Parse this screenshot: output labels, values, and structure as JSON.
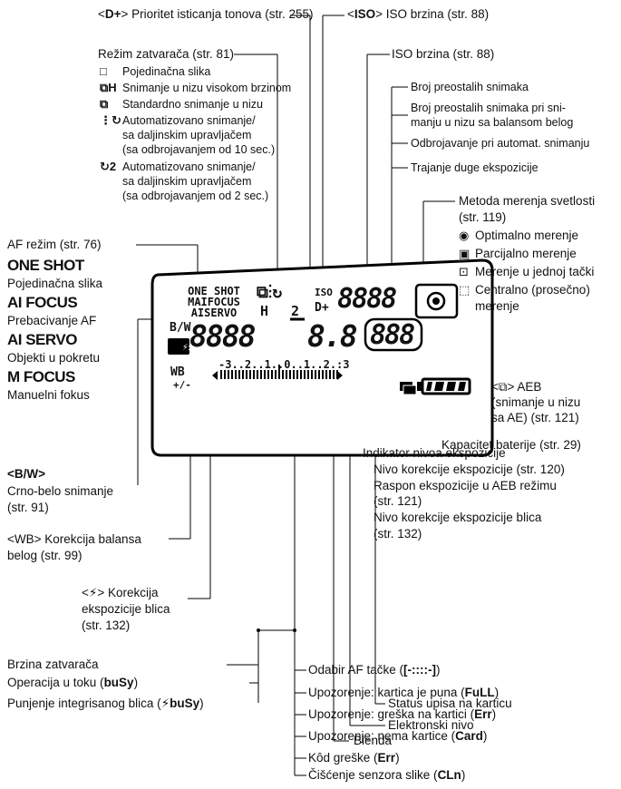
{
  "top": {
    "dplus_sym": "D+",
    "dplus_text": "Prioritet isticanja tonova (str. 255)",
    "iso_sym": "ISO",
    "iso_text": "ISO brzina (str. 88)"
  },
  "drive": {
    "title": "Režim zatvarača (str. 81)",
    "items": [
      {
        "icon": "□",
        "text": "Pojedinačna slika"
      },
      {
        "icon": "⧉H",
        "text": "Snimanje u nizu visokom brzinom"
      },
      {
        "icon": "⧉",
        "text": "Standardno snimanje u nizu"
      },
      {
        "icon": "⋮↻",
        "text": "Automatizovano snimanje/"
      },
      {
        "icon": "",
        "text": "sa daljinskim upravljačem"
      },
      {
        "icon": "",
        "text": "(sa odbrojavanjem od 10 sec.)"
      },
      {
        "icon": "↻2",
        "text": "Automatizovano snimanje/"
      },
      {
        "icon": "",
        "text": "sa daljinskim upravljačem"
      },
      {
        "icon": "",
        "text": "(sa odbrojavanjem od 2 sec.)"
      }
    ]
  },
  "iso_speed": "ISO brzina (str. 88)",
  "shots": [
    "Broj preostalih snimaka",
    "Broj preostalih snimaka pri sni-",
    "manju u nizu sa balansom belog",
    "Odbrojavanje pri automat. snimanju",
    "Trajanje duge ekspozicije"
  ],
  "metering": {
    "title": "Metoda merenja svetlosti",
    "ref": "(str. 119)",
    "items": [
      "Optimalno merenje",
      "Parcijalno merenje",
      "Merenje u jednoj tački",
      "Centralno (prosečno)",
      "merenje"
    ]
  },
  "af": {
    "title": "AF režim (str. 76)",
    "modes": [
      {
        "name": "ONE SHOT",
        "desc": "Pojedinačna slika"
      },
      {
        "name": "AI FOCUS",
        "desc": "Prebacivanje AF"
      },
      {
        "name": "AI SERVO",
        "desc": "Objekti u pokretu"
      },
      {
        "name": "M FOCUS",
        "desc": "Manuelni fokus"
      }
    ]
  },
  "lcd": {
    "af1": "ONE SHOT",
    "af2": "MAIFOCUS",
    "af3": "AISERVO",
    "drive_h": "H",
    "drive_2": "2",
    "iso": "ISO",
    "dplus": "D+",
    "digits_top": "8888",
    "bw": "B/W",
    "digits_main": "8888",
    "digits_ap": "8.8",
    "digits_shots": "888",
    "wb": "WB",
    "wb_pm": "+/-",
    "scale": "-3..2..1..0..1..2.:3"
  },
  "aeb": {
    "sym": "<⧉> AEB",
    "l2": "(snimanje u nizu",
    "l3": "sa AE) (str. 121)"
  },
  "battery": "Kapacitet baterije (str. 29)",
  "bw": {
    "sym": "<B/W>",
    "l1": "Crno-belo snimanje",
    "l2": "(str. 91)"
  },
  "exposure": {
    "title": "Indikator nivoa ekspozicije",
    "lines": [
      "Nivo korekcije ekspozicije (str. 120)",
      "Raspon ekspozicije u AEB režimu",
      "(str. 121)",
      "Nivo korekcije ekspozicije blica",
      "(str. 132)"
    ]
  },
  "wbcorr": {
    "l1": "<WB> Korekcija balansa",
    "l2": "belog (str. 99)"
  },
  "flash": {
    "l1": "<⚡> Korekcija",
    "l2": "ekspozicije blica",
    "l3": "(str. 132)"
  },
  "card_status": "Status upisa na karticu",
  "e_level": "Elektronski nivo",
  "aperture": "Blenda",
  "left_bottom": {
    "shutter": "Brzina zatvarača",
    "busy1": "Operacija u toku (",
    "busy1b": "buSy",
    "busy2": "Punjenje integrisanog blica (",
    "busy2b": "⚡buSy"
  },
  "bottom": [
    {
      "pre": "Odabir AF tačke (",
      "bold": "[-::::-]",
      "post": ")"
    },
    {
      "pre": "Upozorenje: kartica je puna (",
      "bold": "FuLL",
      "post": ")"
    },
    {
      "pre": "Upozorenje: greška na kartici (",
      "bold": "Err",
      "post": ")"
    },
    {
      "pre": "Upozorenje: nema kartice (",
      "bold": "Card",
      "post": ")"
    },
    {
      "pre": "Kôd greške (",
      "bold": "Err",
      "post": ")"
    },
    {
      "pre": "Čišćenje senzora slike (",
      "bold": "CLn",
      "post": ")"
    }
  ]
}
